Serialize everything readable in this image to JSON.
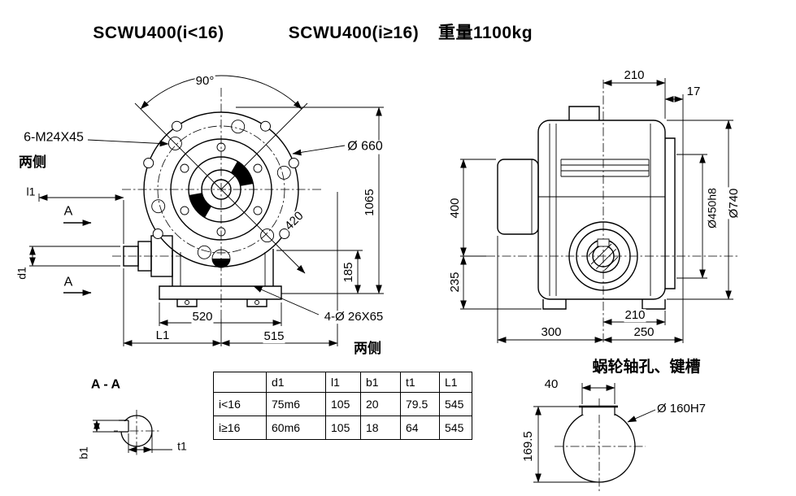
{
  "titles": {
    "model_small": "SCWU400(i<16)",
    "model_large": "SCWU400(i≥16)",
    "weight": "重量1100kg"
  },
  "front_view": {
    "angle_90": "90°",
    "bolt_callout": "6-M24X45",
    "bolt_sides": "两侧",
    "dia_660": "Ø 660",
    "dim_l1": "l1",
    "section_a_top": "A",
    "section_a_bottom": "A",
    "dim_d1": "d1",
    "dim_420": "420",
    "dim_1065": "1065",
    "dim_185": "185",
    "dim_520": "520",
    "dim_L1": "L1",
    "dim_515": "515",
    "hole_callout": "4-Ø 26X65",
    "hole_sides": "两侧"
  },
  "side_view": {
    "dim_210_top": "210",
    "dim_17": "17",
    "dim_400": "400",
    "dim_235": "235",
    "dia_450": "Ø450h8",
    "dia_740": "Ø740",
    "dim_210_bottom": "210",
    "dim_300": "300",
    "dim_250": "250"
  },
  "section_view": {
    "title": "A - A",
    "dim_b1": "b1",
    "dim_t1": "t1"
  },
  "keyway_view": {
    "title": "蜗轮轴孔、键槽",
    "dim_40": "40",
    "dia_160": "Ø 160H7",
    "dim_169_5": "169.5"
  },
  "table": {
    "headers": [
      "",
      "d1",
      "l1",
      "b1",
      "t1",
      "L1"
    ],
    "rows": [
      [
        "i<16",
        "75m6",
        "105",
        "20",
        "79.5",
        "545"
      ],
      [
        "i≥16",
        "60m6",
        "105",
        "18",
        "64",
        "545"
      ]
    ]
  }
}
